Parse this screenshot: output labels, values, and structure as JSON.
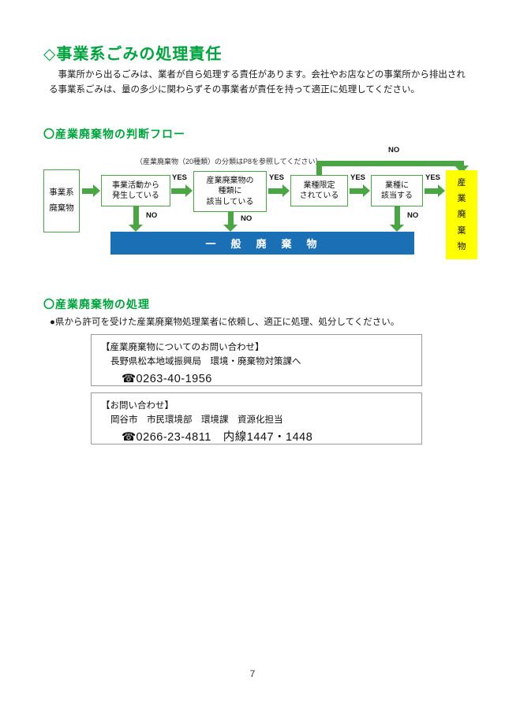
{
  "title": "◇事業系ごみの処理責任",
  "intro": "　事業所から出るごみは、業者が自ら処理する責任があります。会社やお店などの事業所から排出される事業系ごみは、量の多少に関わらずその事業者が責任を持って適正に処理してください。",
  "flow": {
    "heading": "〇産業廃棄物の判断フロー",
    "note": "（産業廃棄物（20種類）の分類はP8を参照してください）",
    "source": "事業系\n廃棄物",
    "node1": "事業活動から\n発生している",
    "node2": "産業廃棄物の\n種類に\n該当している",
    "node3": "業種限定\nされている",
    "node4": "業種に\n該当する",
    "industrial": "産\n業\n廃\n棄\n物",
    "general": "一　般　廃　棄　物",
    "yes": "YES",
    "no": "NO"
  },
  "disposal": {
    "heading": "〇産業廃棄物の処理",
    "bullet": "●県から許可を受けた産業廃棄物処理業者に依頼し、適正に処理、処分してください。",
    "contact1": {
      "title": "【産業廃棄物についてのお問い合わせ】",
      "line1": "長野県松本地域振興局　環境・廃棄物対策課へ",
      "phone": "☎0263-40-1956"
    },
    "contact2": {
      "title": "【お問い合わせ】",
      "line1": "岡谷市　市民環境部　環境課　資源化担当",
      "phone": "☎0266-23-4811　内線1447・1448"
    }
  },
  "page_number": "7",
  "colors": {
    "heading_green": "#00a33e",
    "arrow_green": "#4aa545",
    "general_blue": "#1b6fb5",
    "industrial_yellow": "#ffff00"
  }
}
